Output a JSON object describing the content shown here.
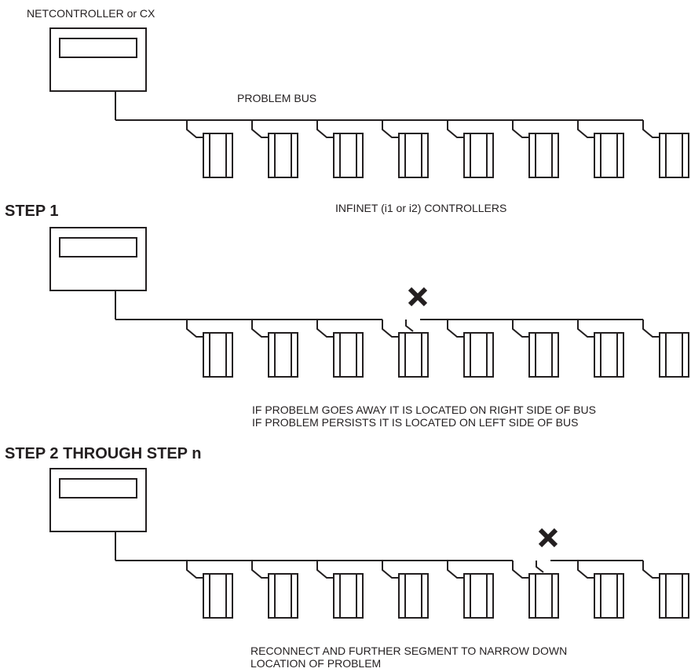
{
  "top": {
    "master_label": "NETCONTROLLER or CX",
    "bus_label": "PROBLEM BUS",
    "controllers_label": "INFINET (i1 or i2) CONTROLLERS"
  },
  "step1": {
    "heading": "STEP 1",
    "note_line1": "IF PROBELM GOES AWAY IT IS LOCATED ON RIGHT SIDE OF BUS",
    "note_line2": "IF PROBLEM PERSISTS IT IS LOCATED ON LEFT SIDE OF BUS"
  },
  "step2": {
    "heading": "STEP 2 THROUGH STEP n",
    "note_line1": "RECONNECT AND FURTHER SEGMENT TO NARROW DOWN",
    "note_line2": "LOCATION OF PROBLEM"
  },
  "diagram": {
    "controllers_per_bus": 8,
    "rows": [
      {
        "name": "problem-bus",
        "break_after_controller": null
      },
      {
        "name": "step-1-bus",
        "break_after_controller": 4
      },
      {
        "name": "step-2-bus",
        "break_after_controller": 6
      }
    ]
  },
  "colors": {
    "ink": "#231f20",
    "background": "#ffffff"
  }
}
